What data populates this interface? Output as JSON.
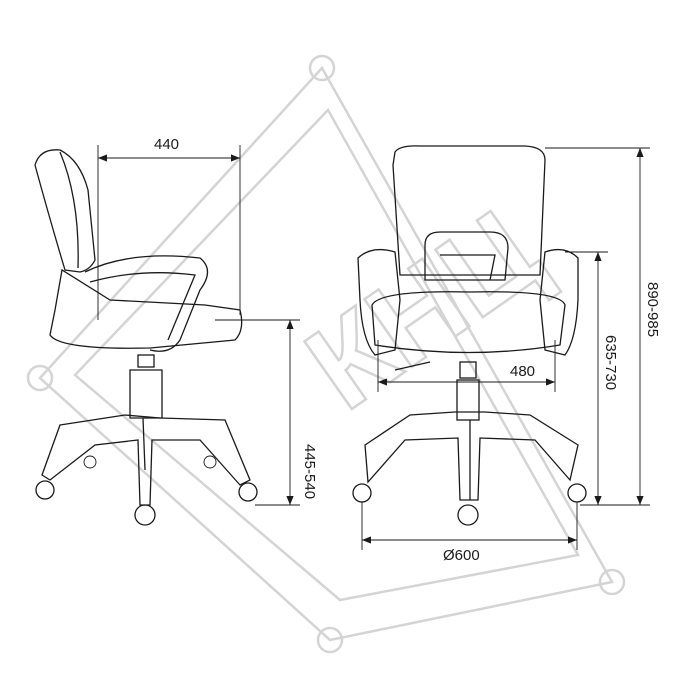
{
  "dimensions": {
    "seat_depth": "440",
    "seat_height": "445-540",
    "seat_width": "480",
    "armrest_height": "635-730",
    "total_height": "890-985",
    "base_diameter": "Ø600"
  },
  "watermark": "КНЦ"
}
